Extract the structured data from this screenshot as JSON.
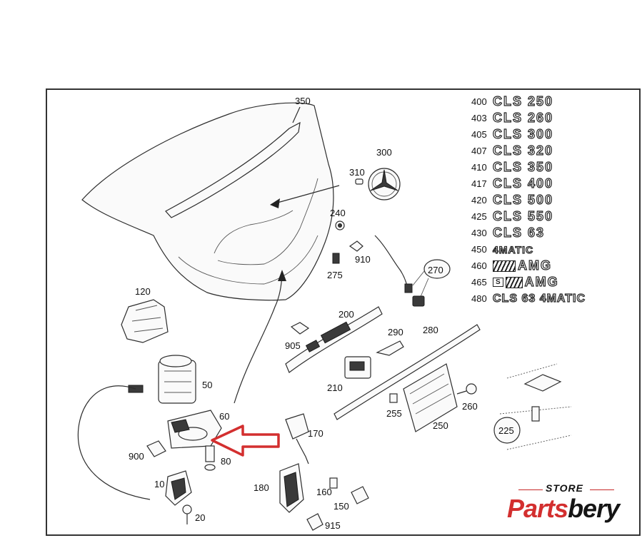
{
  "labels": {
    "p350": "350",
    "p300": "300",
    "p310": "310",
    "p240": "240",
    "p910": "910",
    "p275": "275",
    "p270": "270",
    "p120": "120",
    "p200": "200",
    "p290": "290",
    "p280": "280",
    "p905": "905",
    "p210": "210",
    "p50": "50",
    "p60": "60",
    "p255": "255",
    "p260": "260",
    "p250": "250",
    "p225": "225",
    "p170": "170",
    "p900": "900",
    "p80": "80",
    "p10": "10",
    "p20": "20",
    "p180": "180",
    "p160": "160",
    "p150": "150",
    "p915": "915"
  },
  "models": [
    {
      "num": "400",
      "name": "CLS 250"
    },
    {
      "num": "403",
      "name": "CLS 260"
    },
    {
      "num": "405",
      "name": "CLS 300"
    },
    {
      "num": "407",
      "name": "CLS 320"
    },
    {
      "num": "410",
      "name": "CLS 350"
    },
    {
      "num": "417",
      "name": "CLS 400"
    },
    {
      "num": "420",
      "name": "CLS 500"
    },
    {
      "num": "425",
      "name": "CLS 550"
    },
    {
      "num": "430",
      "name": "CLS 63"
    },
    {
      "num": "450",
      "name": "4MATIC"
    },
    {
      "num": "460",
      "name": "AMG"
    },
    {
      "num": "465",
      "name": "AMG",
      "prefix": "S"
    },
    {
      "num": "480",
      "name": "CLS 63 4MATIC"
    }
  ],
  "logo": {
    "store": "STORE",
    "name_red": "Parts",
    "name_black": "bery",
    "red_color": "#d32f2f"
  },
  "highlight_color": "#d32f2f"
}
